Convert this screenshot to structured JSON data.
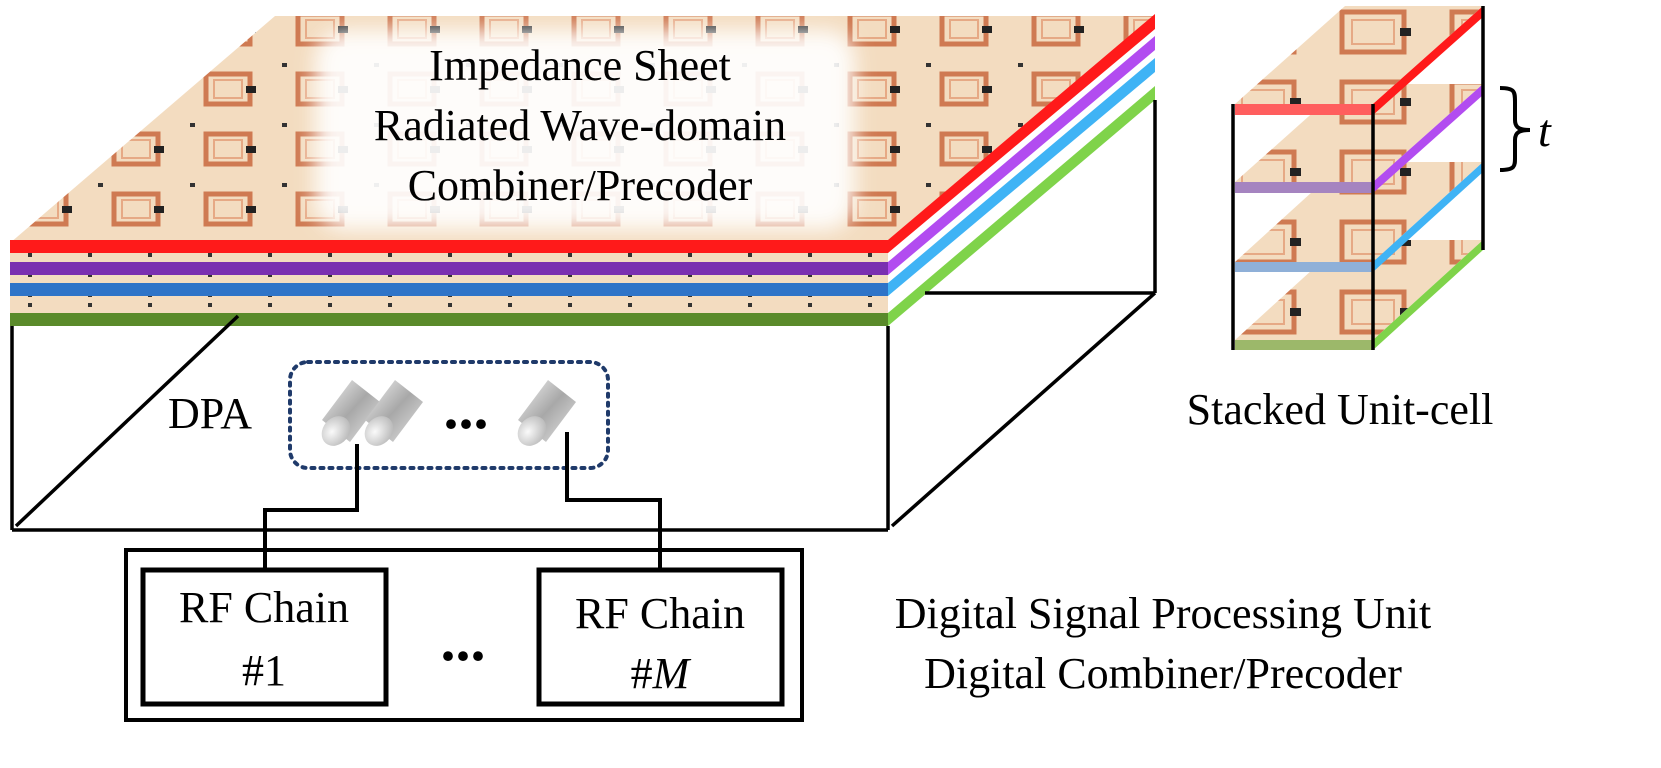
{
  "sheet": {
    "line1": "Impedance Sheet",
    "line2": "Radiated Wave-domain",
    "line3": "Combiner/Precoder"
  },
  "dpa_label": "DPA",
  "ellipsis": "...",
  "rf_chain_1": {
    "line1": "RF Chain",
    "line2": "#1"
  },
  "rf_chain_m": {
    "line1": "RF Chain",
    "line2_prefix": "#",
    "line2_var": "M"
  },
  "dsp": {
    "line1": "Digital Signal Processing Unit",
    "line2": "Digital Combiner/Precoder"
  },
  "stacked_label": "Stacked Unit-cell",
  "thickness_symbol": "t",
  "colors": {
    "layer_red": "#ff1a1a",
    "layer_purple": "#7a2fb0",
    "layer_blue": "#2e74c8",
    "layer_green": "#5a8a2a",
    "side_purple": "#b24cf0",
    "side_cyan": "#3fb3f5",
    "side_green": "#7fd34a",
    "copper": "#c8734a",
    "board": "#f4dcc0",
    "dpa_box": "#1f3a6a"
  }
}
